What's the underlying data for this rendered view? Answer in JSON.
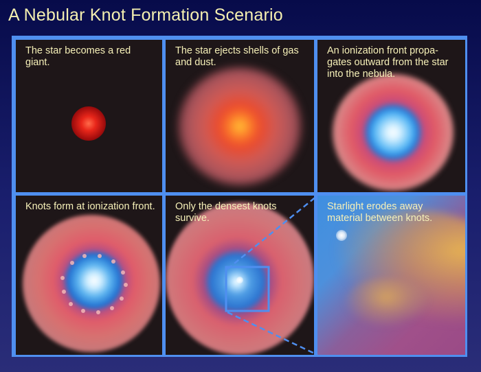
{
  "title": "A Nebular Knot Formation Scenario",
  "panels": [
    {
      "caption": "The star becomes a red giant."
    },
    {
      "caption": "The star ejects shells of gas and dust."
    },
    {
      "caption": "An ionization front propa-gates outward from the star into the nebula."
    },
    {
      "caption": "Knots form at ionization front."
    },
    {
      "caption": "Only the densest knots survive."
    },
    {
      "caption": "Starlight erodes away material between knots."
    }
  ],
  "colors": {
    "frame": "#4f8ff0",
    "panel_bg": "#1e1618",
    "caption_text": "#f6f0b8",
    "title_text": "#f4efb0"
  }
}
